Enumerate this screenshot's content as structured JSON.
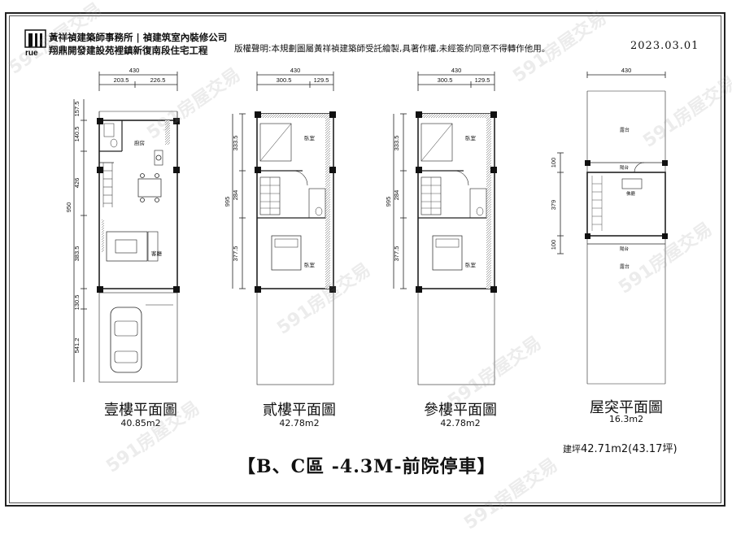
{
  "header": {
    "logo_text": "rue",
    "firm_line1": "黃祥禎建築師事務所 | 禎建筑室內裝修公司",
    "firm_line2": "翔鼎開發建設苑裡鎮新復南段住宅工程",
    "copyright": "版權聲明:本規劃圖屬黃祥禎建築師受託繪製,具著作權,未經簽約同意不得轉作他用。",
    "date": "2023.03.01"
  },
  "plans": [
    {
      "title": "壹樓平面圖",
      "area": "40.85m2",
      "dims": {
        "width": "430",
        "sub_widths": [
          "203.5",
          "226.5"
        ],
        "left": [
          "157.5",
          "140.5",
          "426",
          "383.5",
          "130.5",
          "541.2"
        ],
        "overall": "950"
      },
      "rooms": [
        "廚房",
        "客廳"
      ]
    },
    {
      "title": "貳樓平面圖",
      "area": "42.78m2",
      "dims": {
        "width": "430",
        "sub_widths": [
          "300.5",
          "129.5"
        ],
        "left": [
          "333.5",
          "284",
          "377.5"
        ],
        "overall": "995"
      },
      "rooms": [
        "臥室",
        "臥室"
      ]
    },
    {
      "title": "參樓平面圖",
      "area": "42.78m2",
      "dims": {
        "width": "430",
        "sub_widths": [
          "300.5",
          "129.5"
        ],
        "left": [
          "333.5",
          "284",
          "377.5"
        ],
        "overall": "995"
      },
      "rooms": [
        "臥室",
        "臥室"
      ]
    },
    {
      "title": "屋突平面圖",
      "area": "16.3m2",
      "dims": {
        "width": "430",
        "left": [
          "100",
          "379",
          "100"
        ]
      },
      "rooms": [
        "露台",
        "陽台",
        "佛廳",
        "陽台",
        "露台"
      ]
    }
  ],
  "banner": "【B、C區 -4.3M-前院停車】",
  "total": {
    "label": "建坪",
    "value": "42.71m2(43.17坪)"
  },
  "watermark": "591房屋交易"
}
